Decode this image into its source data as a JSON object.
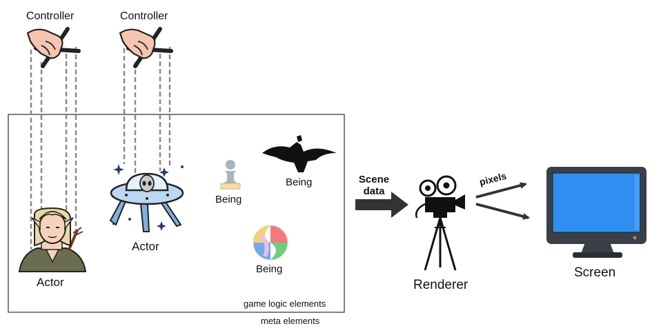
{
  "controllers": [
    {
      "label": "Controller"
    },
    {
      "label": "Controller"
    }
  ],
  "actors": [
    {
      "label": "Actor",
      "icon": "elf-archer-icon"
    },
    {
      "label": "Actor",
      "icon": "alien-ufo-icon"
    }
  ],
  "beings": [
    {
      "label": "Being",
      "icon": "pawn-icon"
    },
    {
      "label": "Being",
      "icon": "crow-icon"
    },
    {
      "label": "Being",
      "icon": "beach-ball-icon"
    }
  ],
  "box_labels": {
    "inner": "game logic elements",
    "outer": "meta elements"
  },
  "flow": {
    "scene_data": [
      "Scene",
      "data"
    ],
    "renderer": "Renderer",
    "pixels": "pixels",
    "screen": "Screen"
  },
  "colors": {
    "string": "#8a8a8a",
    "box": "#555555",
    "monitor_screen": "#2e8ff0",
    "monitor_body": "#3a3f47",
    "arrow": "#333333",
    "skin": "#f6c5b0",
    "ufo": "#7fb0de"
  }
}
